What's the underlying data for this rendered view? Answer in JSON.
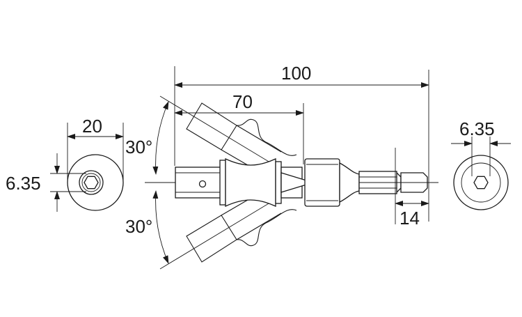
{
  "dimensions": {
    "overall_length": "100",
    "body_length": "70",
    "hex_length": "14",
    "front_diameter": "20",
    "front_hex": "6.35",
    "rear_hex": "6.35",
    "angle_upper": "30°",
    "angle_lower": "30°"
  }
}
